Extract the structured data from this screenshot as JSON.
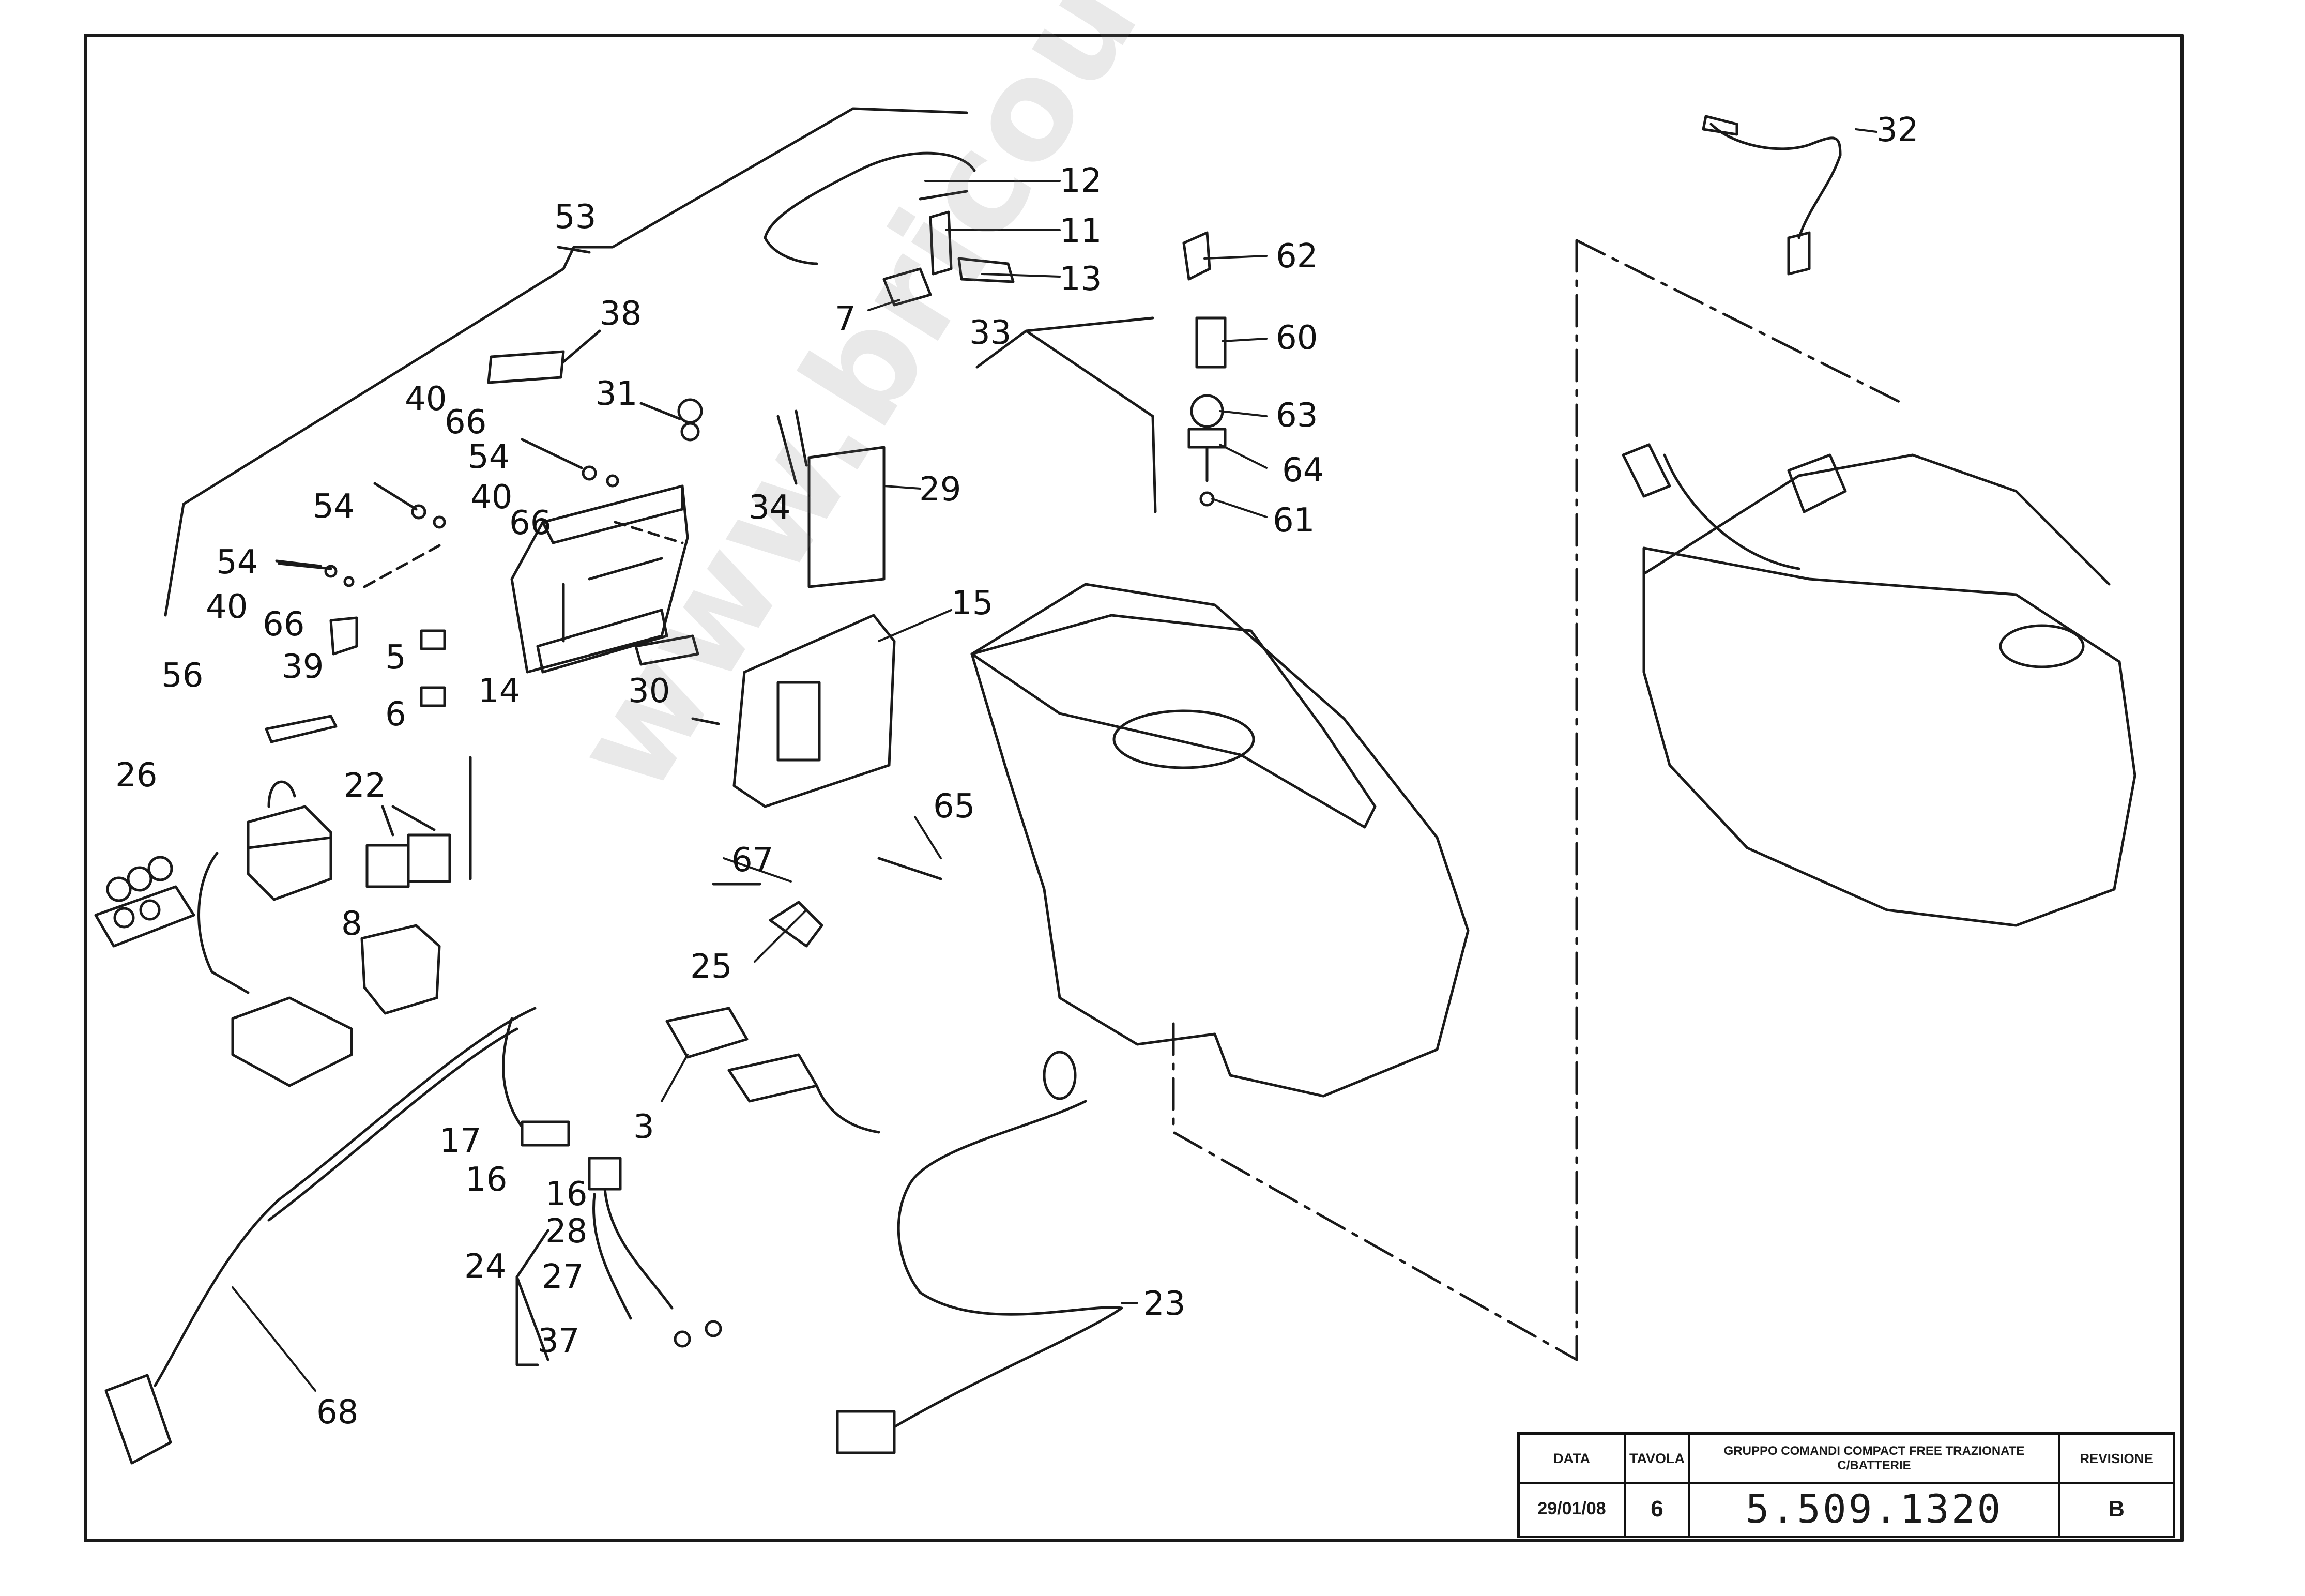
{
  "watermark": "www.bricoutensili.com",
  "title_block": {
    "data_header": "DATA",
    "data_value": "29/01/08",
    "tavola_header": "TAVOLA",
    "tavola_value": "6",
    "title": "GRUPPO COMANDI COMPACT FREE TRAZIONATE C/BATTERIE",
    "code": "5.509.1320",
    "revisione_header": "REVISIONE",
    "revisione_value": "B"
  },
  "part_labels": {
    "p53": "53",
    "p38": "38",
    "p40a": "40",
    "p66a": "66",
    "p31": "31",
    "p54a": "54",
    "p54b": "54",
    "p40b": "40",
    "p66b": "66",
    "p54c": "54",
    "p40c": "40",
    "p66c": "66",
    "p39": "39",
    "p5": "5",
    "p6": "6",
    "p14": "14",
    "p30": "30",
    "p56": "56",
    "p26": "26",
    "p22": "22",
    "p8": "8",
    "p12": "12",
    "p11": "11",
    "p13": "13",
    "p7": "7",
    "p33": "33",
    "p62": "62",
    "p60": "60",
    "p63": "63",
    "p64": "64",
    "p61": "61",
    "p34": "34",
    "p29": "29",
    "p15": "15",
    "p65": "65",
    "p67": "67",
    "p25": "25",
    "p3": "3",
    "p17": "17",
    "p16a": "16",
    "p16b": "16",
    "p28": "28",
    "p24": "24",
    "p27": "27",
    "p37": "37",
    "p23": "23",
    "p68": "68",
    "p32": "32"
  }
}
